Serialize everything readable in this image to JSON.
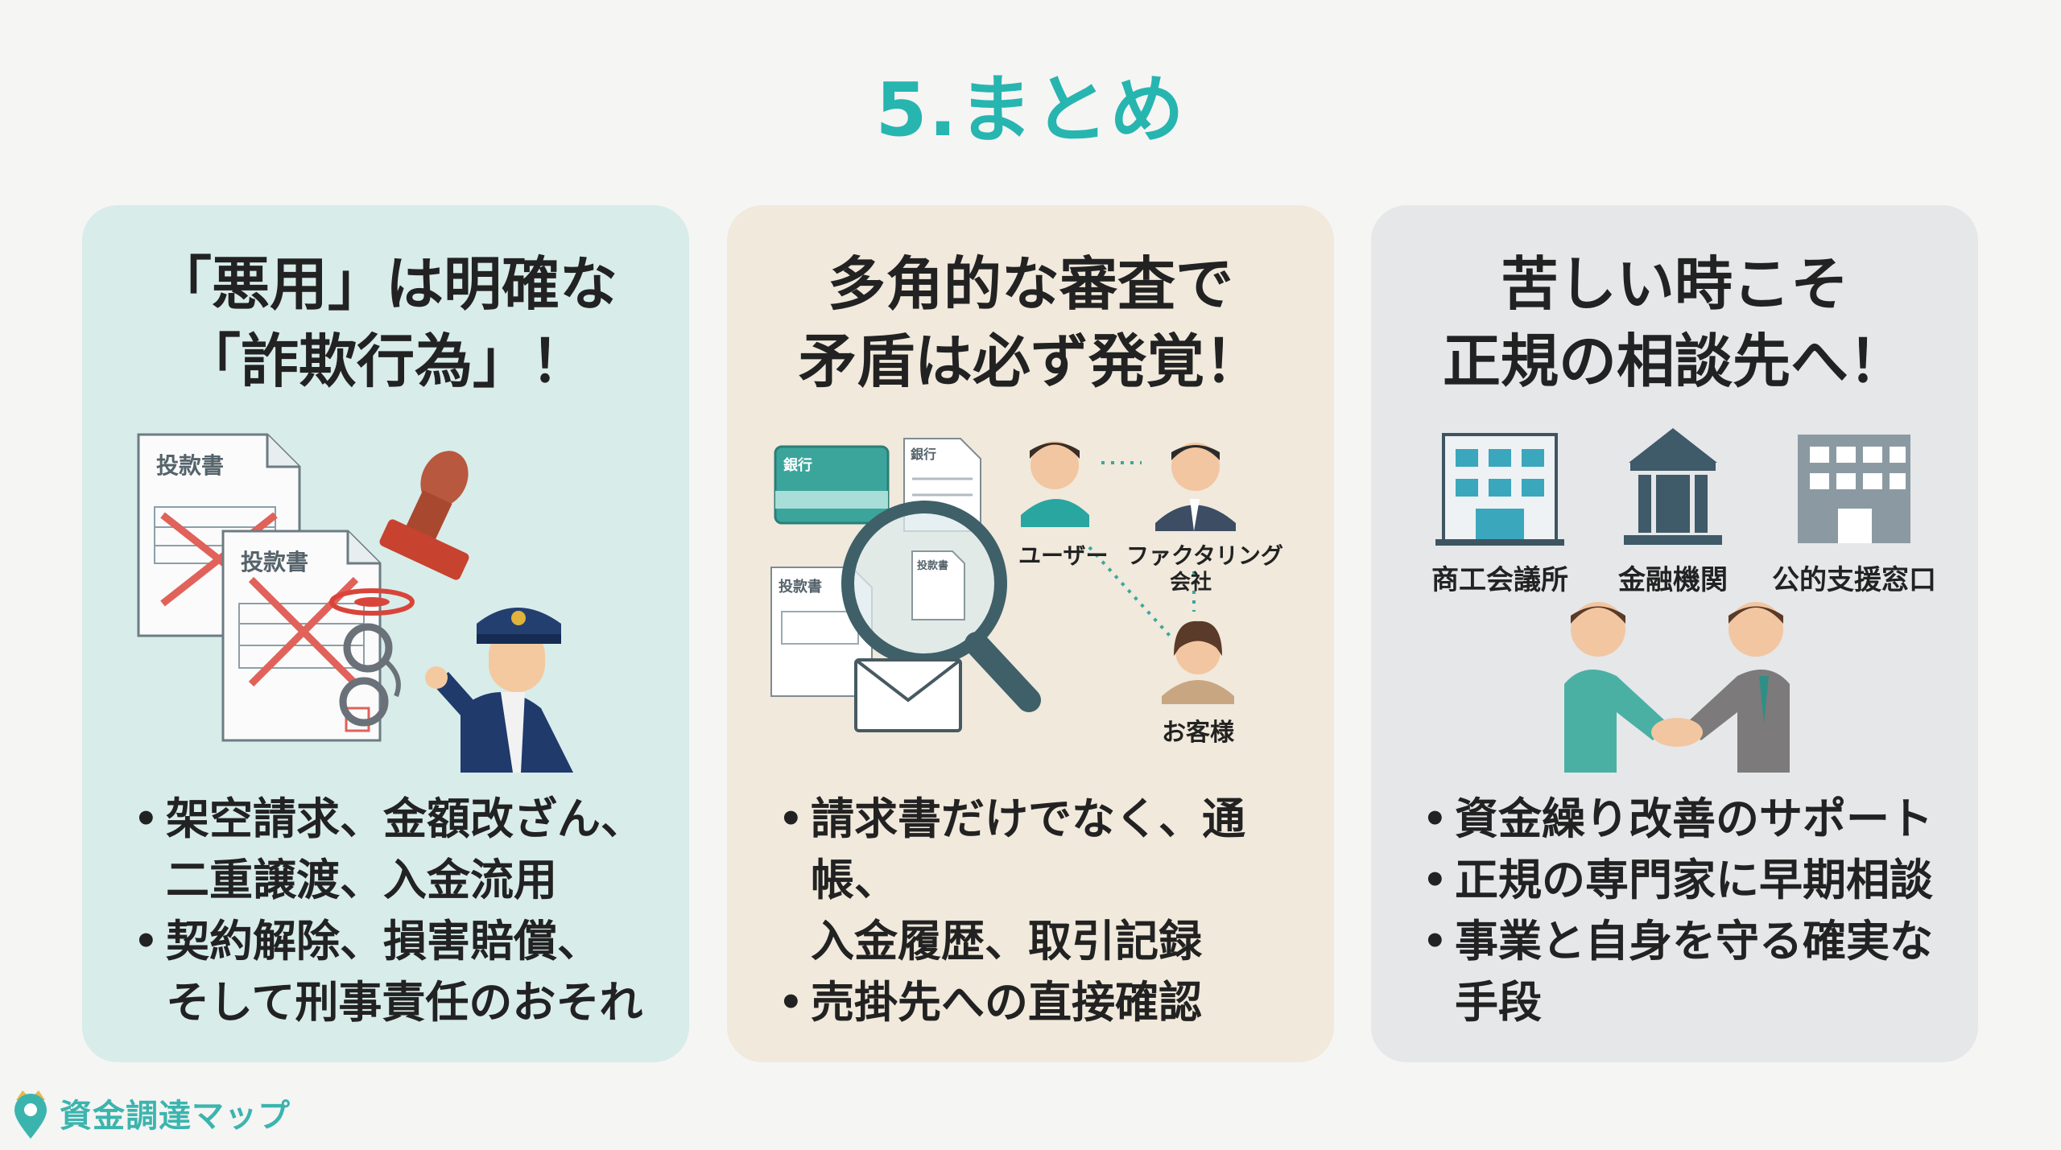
{
  "page": {
    "title": "5.まとめ"
  },
  "cards": [
    {
      "title_lines": [
        "「悪用」は明確な",
        "「詐欺行為」！"
      ],
      "illustration": {
        "doc_label_1": "投款書",
        "doc_label_2": "投款書",
        "icons": [
          "document-icon",
          "stamp-icon",
          "handcuffs-icon",
          "police-officer-icon"
        ]
      },
      "bullets": [
        {
          "lines": [
            "架空請求、金額改ざん、",
            "二重譲渡、入金流用"
          ]
        },
        {
          "lines": [
            "契約解除、損害賠償、",
            "そして刑事責任のおそれ"
          ]
        }
      ]
    },
    {
      "title_lines": [
        "多角的な審査で",
        "矛盾は必ず発覚！"
      ],
      "illustration": {
        "bank_label_1": "銀行",
        "bank_label_2": "銀行",
        "doc_label_1": "投款書",
        "doc_label_2": "投款書",
        "user_label": "ユーザー",
        "factoring_label_1": "ファクタリング",
        "factoring_label_2": "会社",
        "customer_label": "お客様",
        "icons": [
          "bankbook-icon",
          "magnifier-icon",
          "envelope-icon",
          "user-icon",
          "businessman-icon",
          "customer-icon"
        ]
      },
      "bullets": [
        {
          "lines": [
            "請求書だけでなく、通帳、",
            "入金履歴、取引記録"
          ]
        },
        {
          "lines": [
            "売掛先への直接確認"
          ]
        }
      ]
    },
    {
      "title_lines": [
        "苦しい時こそ",
        "正規の相談先へ！"
      ],
      "illustration": {
        "building_labels": [
          "商工会議所",
          "金融機関",
          "公的支援窓口"
        ],
        "icons": [
          "office-building-icon",
          "bank-building-icon",
          "public-office-icon",
          "handshake-icon"
        ]
      },
      "bullets": [
        {
          "lines": [
            "資金繰り改善のサポート"
          ]
        },
        {
          "lines": [
            "正規の専門家に早期相談"
          ]
        },
        {
          "lines": [
            "事業と自身を守る確実な",
            "手段"
          ]
        }
      ]
    }
  ],
  "footer": {
    "brand": "資金調達マップ",
    "logo_icon": "map-pin-crown-icon"
  },
  "colors": {
    "accent": "#27b5b0",
    "card1_bg": "#d8ecea",
    "card2_bg": "#f0e9dc",
    "card3_bg": "#e5e7e9",
    "cross_red": "#e0625a"
  }
}
